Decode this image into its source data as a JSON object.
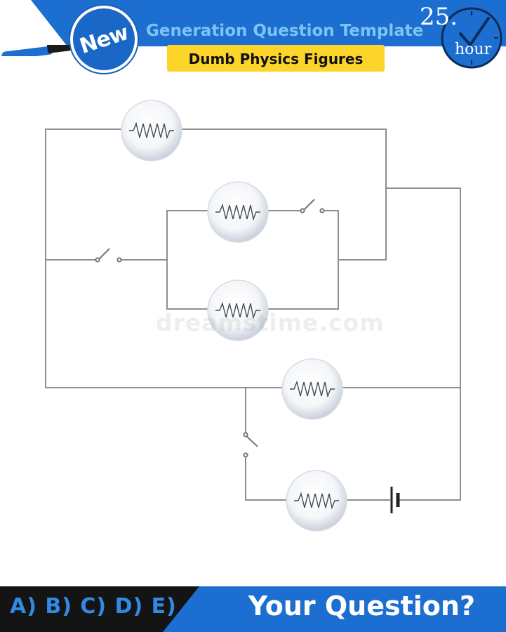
{
  "header": {
    "badge_label": "New",
    "title": "Generation Question Template",
    "subtitle": "Dumb Physics Figures",
    "clock_number": "25.",
    "clock_unit": "hour",
    "colors": {
      "band": "#1c6fd0",
      "badge": "#1967c6",
      "title": "#7ec4f2",
      "subtitle_bg": "#fdd42a"
    }
  },
  "circuit": {
    "components": [
      {
        "kind": "bulb",
        "name": "bulb-top"
      },
      {
        "kind": "bulb",
        "name": "bulb-middle-upper"
      },
      {
        "kind": "bulb",
        "name": "bulb-middle-lower"
      },
      {
        "kind": "bulb",
        "name": "bulb-lower"
      },
      {
        "kind": "bulb",
        "name": "bulb-bottom"
      },
      {
        "kind": "switch",
        "name": "switch-left"
      },
      {
        "kind": "switch",
        "name": "switch-upper-branch"
      },
      {
        "kind": "switch",
        "name": "switch-vertical"
      },
      {
        "kind": "battery",
        "name": "battery"
      }
    ]
  },
  "watermark": "dreamstime.com",
  "footer": {
    "options": "A) B) C) D) E)",
    "question": "Your Question?",
    "colors": {
      "dark": "#141414",
      "blue": "#1c6fd0",
      "options_text": "#2f8be6"
    }
  }
}
